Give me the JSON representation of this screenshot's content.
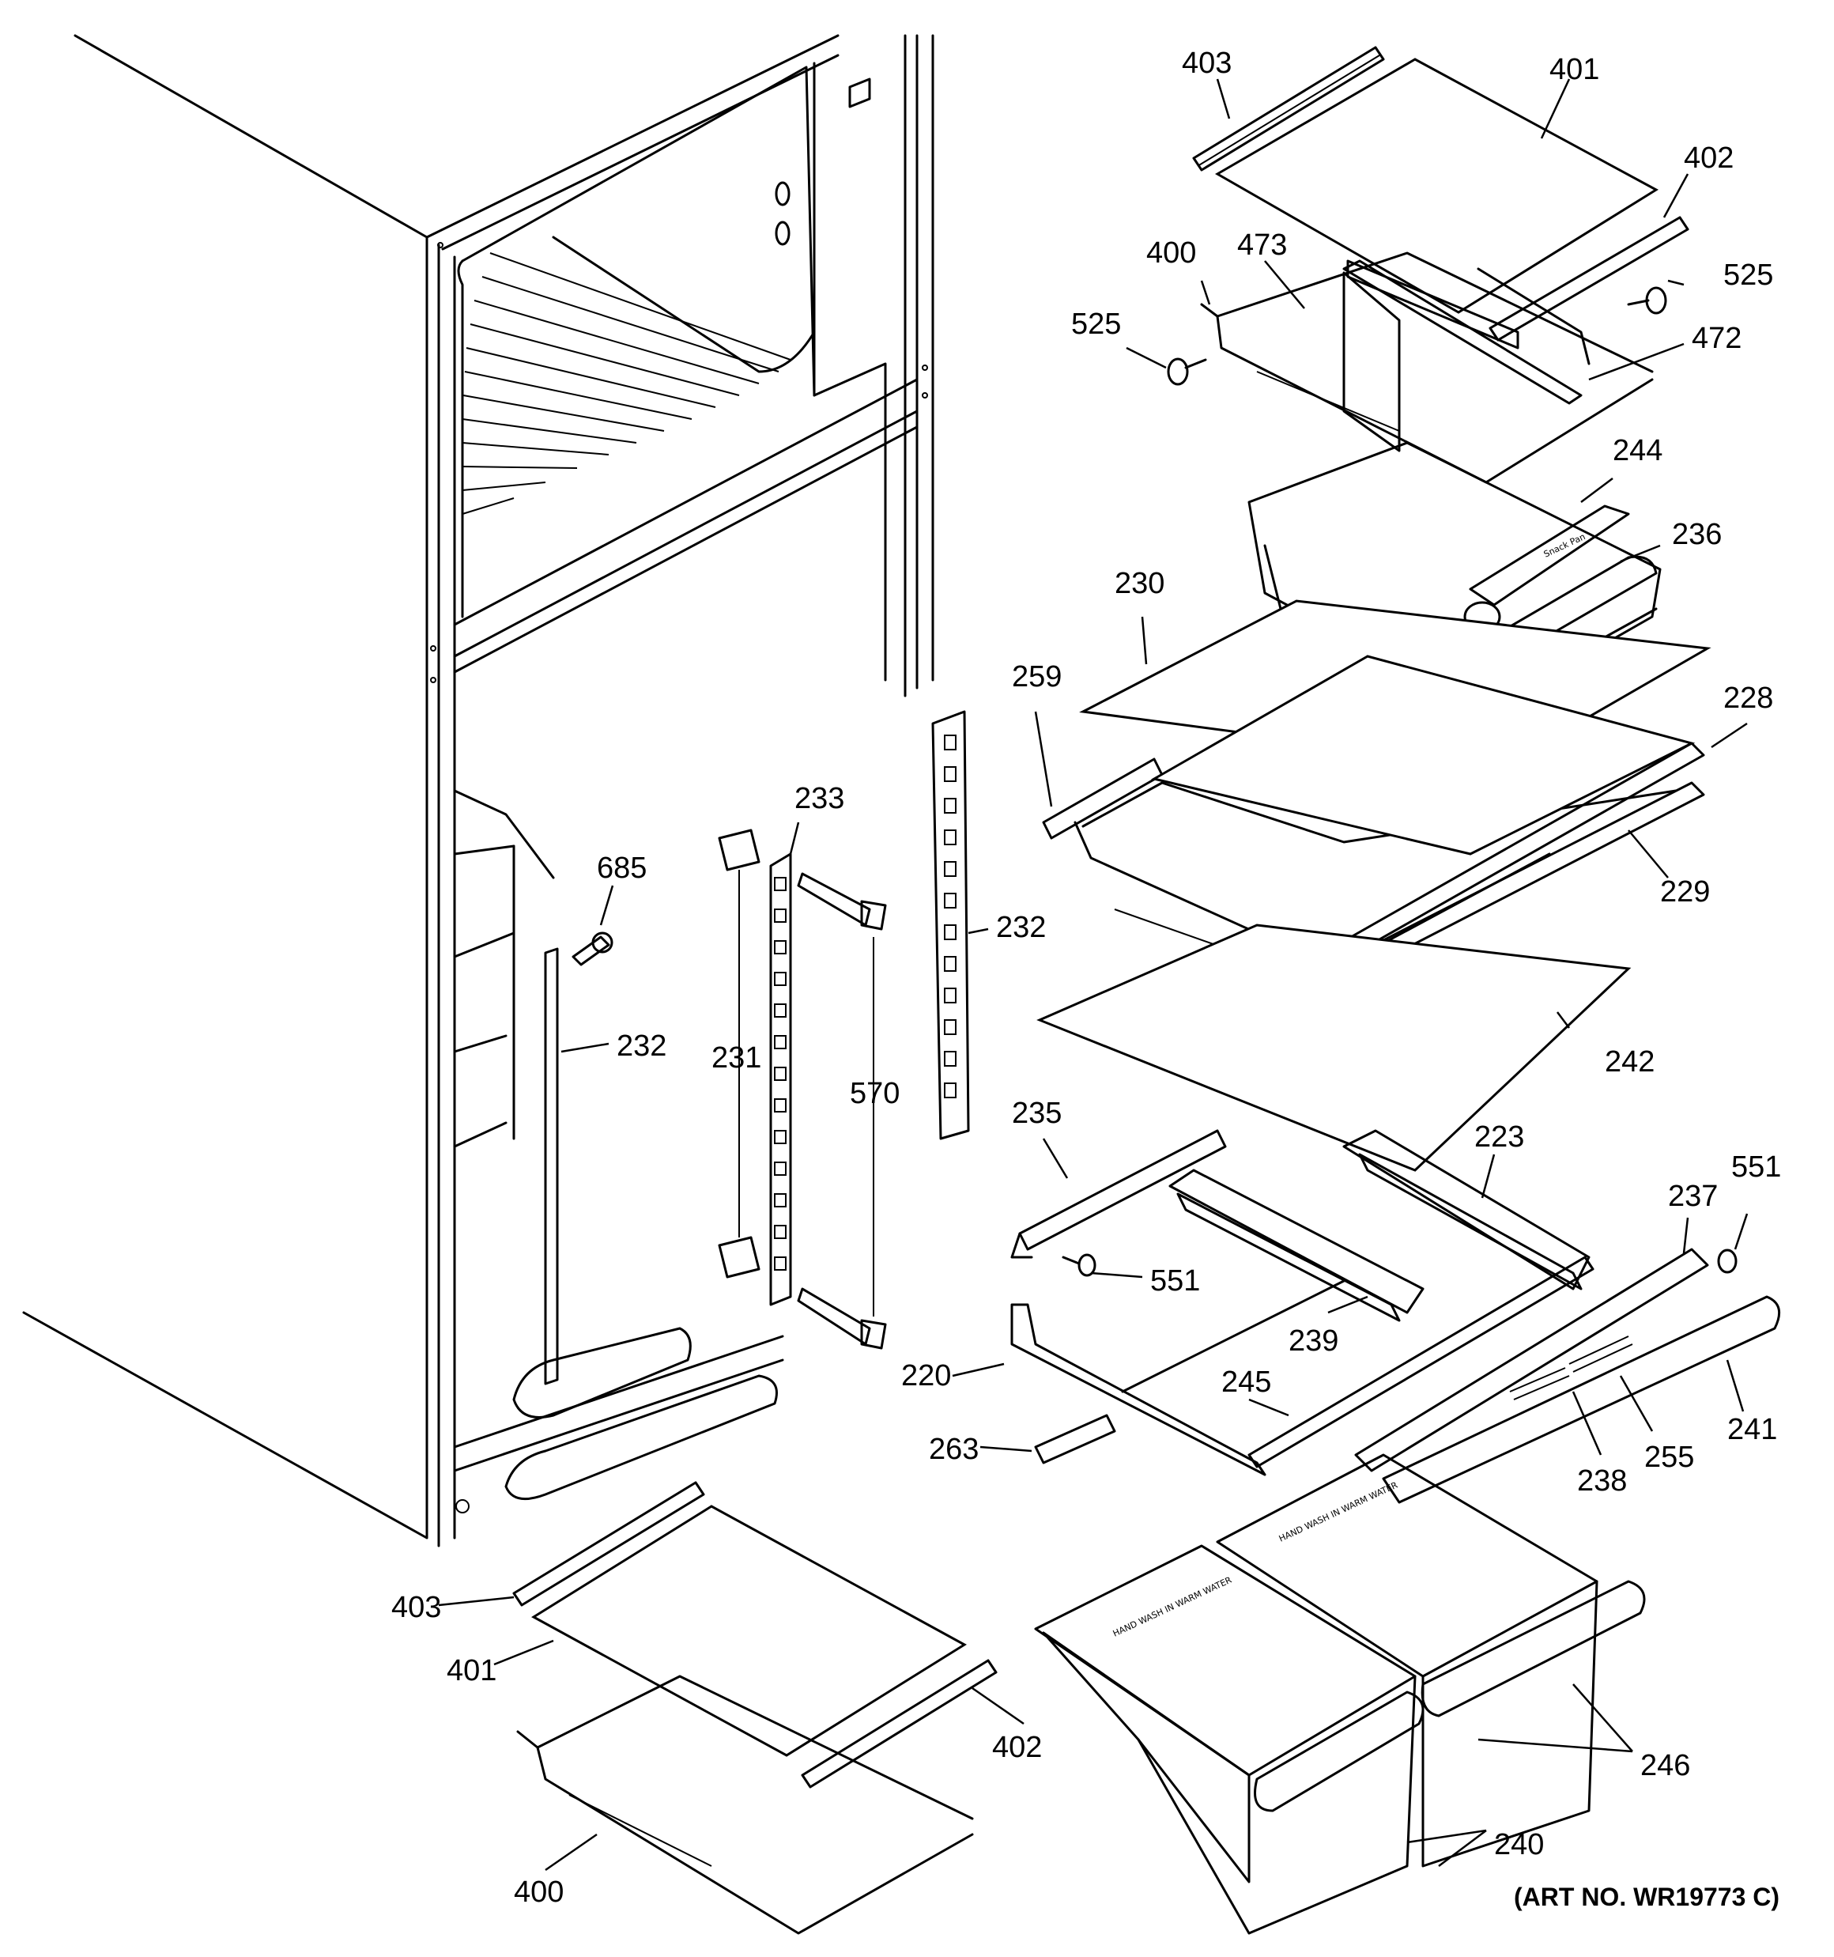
{
  "diagram": {
    "art_number": "(ART NO. WR19773 C)",
    "callouts": {
      "c403_top": "403",
      "c401_top": "401",
      "c402_top": "402",
      "c400_top": "400",
      "c473": "473",
      "c525_left": "525",
      "c525_right": "525",
      "c472": "472",
      "c244": "244",
      "c236": "236",
      "c230": "230",
      "c259": "259",
      "c228": "228",
      "c229": "229",
      "c233": "233",
      "c685": "685",
      "c232_right": "232",
      "c232_left": "232",
      "c231": "231",
      "c570": "570",
      "c242": "242",
      "c235": "235",
      "c223": "223",
      "c237": "237",
      "c551_right": "551",
      "c551_left": "551",
      "c239": "239",
      "c220": "220",
      "c245": "245",
      "c263": "263",
      "c238": "238",
      "c255": "255",
      "c241": "241",
      "c403_bottom": "403",
      "c401_bottom": "401",
      "c402_bottom": "402",
      "c400_bottom": "400",
      "c246": "246",
      "c240": "240"
    },
    "bin_labels": {
      "snack_pan": "Snack Pan",
      "hand_wash": "HAND WASH IN WARM WATER"
    }
  }
}
